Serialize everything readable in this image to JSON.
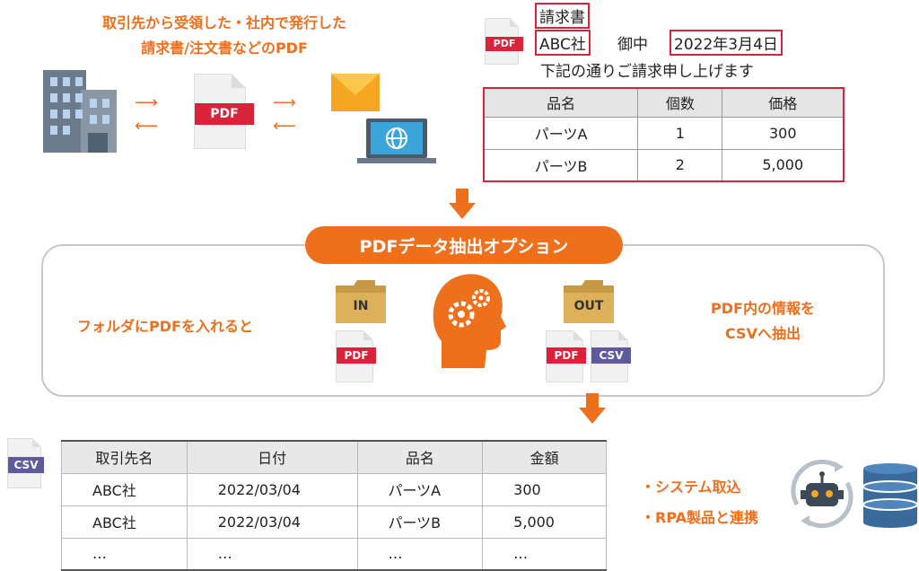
{
  "top_caption": {
    "line1": "取引先から受領した・社内で発行した",
    "line2": "請求書/注文書などのPDF"
  },
  "icons": {
    "pdf": "PDF",
    "csv": "CSV",
    "in": "IN",
    "out": "OUT"
  },
  "invoice": {
    "title": "請求書",
    "company": "ABC社",
    "honorific": "御中",
    "date": "2022年3月4日",
    "message": "下記の通りご請求申し上げます",
    "headers": [
      "品名",
      "個数",
      "価格"
    ],
    "rows": [
      [
        "パーツA",
        "1",
        "300"
      ],
      [
        "パーツB",
        "2",
        "5,000"
      ]
    ]
  },
  "option": {
    "title": "PDFデータ抽出オプション",
    "left_text": "フォルダにPDFを入れると",
    "right_line1": "PDF内の情報を",
    "right_line2": "CSVへ抽出"
  },
  "csv_table": {
    "headers": [
      "取引先名",
      "日付",
      "品名",
      "金額"
    ],
    "rows": [
      [
        "ABC社",
        "2022/03/04",
        "パーツA",
        "300"
      ],
      [
        "ABC社",
        "2022/03/04",
        "パーツB",
        "5,000"
      ],
      [
        "…",
        "…",
        "…",
        "…"
      ]
    ]
  },
  "outputs": {
    "line1": "・システム取込",
    "line2": "・RPA製品と連携"
  },
  "colors": {
    "accent": "#ee6f1c",
    "pdf_red": "#d9233a",
    "csv_purple": "#5e5a9e"
  }
}
